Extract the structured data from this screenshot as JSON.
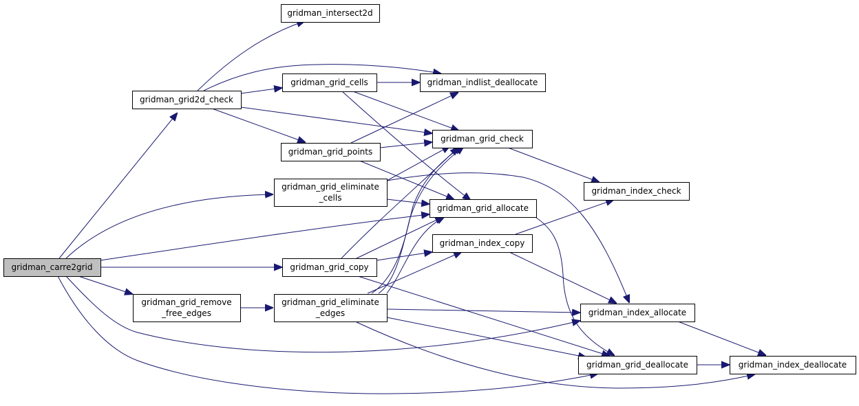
{
  "graph": {
    "colors": {
      "edge": "#191970",
      "root_fill": "#bfbfbf",
      "node_fill": "#ffffff",
      "node_stroke": "#000000"
    },
    "nodes": [
      {
        "id": "carre2grid",
        "lines": [
          "gridman_carre2grid"
        ],
        "root": true
      },
      {
        "id": "intersect2d",
        "lines": [
          "gridman_intersect2d"
        ]
      },
      {
        "id": "grid2d_check",
        "lines": [
          "gridman_grid2d_check"
        ]
      },
      {
        "id": "grid_cells",
        "lines": [
          "gridman_grid_cells"
        ]
      },
      {
        "id": "indlist_deallocate",
        "lines": [
          "gridman_indlist_deallocate"
        ]
      },
      {
        "id": "grid_check",
        "lines": [
          "gridman_grid_check"
        ]
      },
      {
        "id": "grid_points",
        "lines": [
          "gridman_grid_points"
        ]
      },
      {
        "id": "grid_eliminate_cells",
        "lines": [
          "gridman_grid_eliminate",
          "_cells"
        ]
      },
      {
        "id": "index_check",
        "lines": [
          "gridman_index_check"
        ]
      },
      {
        "id": "grid_allocate",
        "lines": [
          "gridman_grid_allocate"
        ]
      },
      {
        "id": "index_copy",
        "lines": [
          "gridman_index_copy"
        ]
      },
      {
        "id": "grid_copy",
        "lines": [
          "gridman_grid_copy"
        ]
      },
      {
        "id": "grid_remove_free_edges",
        "lines": [
          "gridman_grid_remove",
          "_free_edges"
        ]
      },
      {
        "id": "grid_eliminate_edges",
        "lines": [
          "gridman_grid_eliminate",
          "_edges"
        ]
      },
      {
        "id": "index_allocate",
        "lines": [
          "gridman_index_allocate"
        ]
      },
      {
        "id": "grid_deallocate",
        "lines": [
          "gridman_grid_deallocate"
        ]
      },
      {
        "id": "index_deallocate",
        "lines": [
          "gridman_index_deallocate"
        ]
      }
    ]
  }
}
